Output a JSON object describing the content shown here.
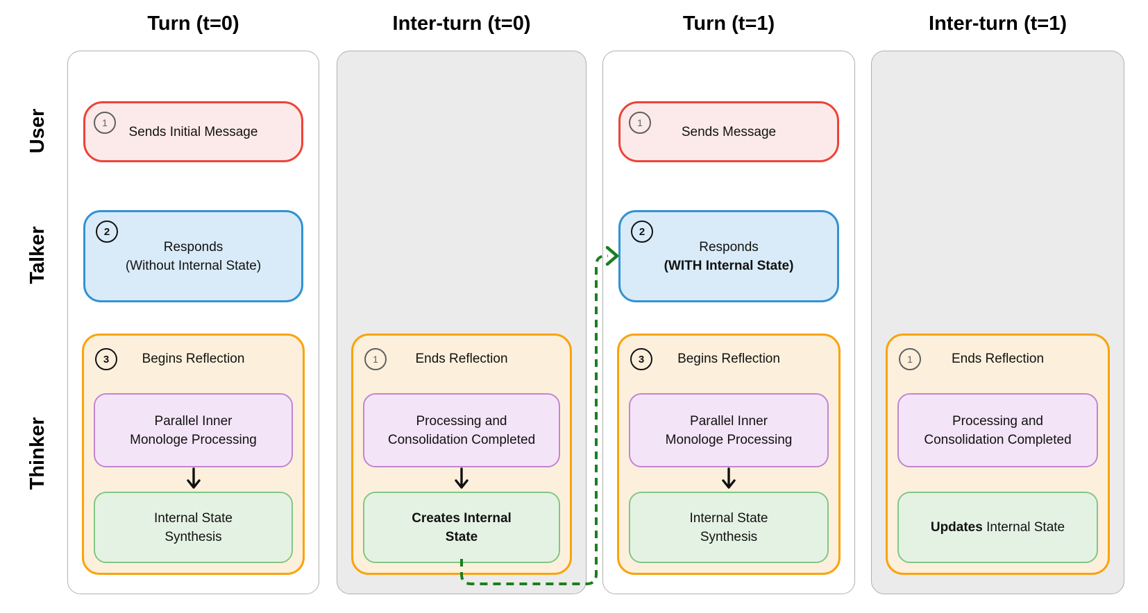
{
  "colors": {
    "red_border": "#ED4337",
    "red_fill": "#FCEAEA",
    "blue_border": "#3292D3",
    "blue_fill": "#D9EBF8",
    "orange_border": "#F9A30D",
    "orange_fill": "#FCF0DC",
    "purple_border": "#C185D2",
    "purple_fill": "#F4E4F8",
    "green_border": "#81C784",
    "green_fill": "#E4F2E3",
    "panel_border": "#B0B0B0",
    "panel_gray": "#EBEBEB",
    "connector_green": "#1B7E1F"
  },
  "row_labels": [
    {
      "label": "User"
    },
    {
      "label": "Talker"
    },
    {
      "label": "Thinker"
    }
  ],
  "columns": [
    {
      "header": "Turn (t=0)",
      "shaded": false,
      "user": {
        "num": "1",
        "num_gray": true,
        "label": "Sends Initial Message"
      },
      "talker": {
        "num": "2",
        "num_gray": false,
        "lines": [
          [
            {
              "t": "Responds"
            }
          ],
          [
            {
              "t": "(Without Internal State)"
            }
          ]
        ]
      },
      "thinker": {
        "num": "3",
        "num_gray": false,
        "title": "Begins Reflection",
        "purple_lines": [
          [
            {
              "t": "Parallel Inner"
            }
          ],
          [
            {
              "t": "Monologe Processing"
            }
          ]
        ],
        "arrow": true,
        "green_lines": [
          [
            {
              "t": "Internal State"
            }
          ],
          [
            {
              "t": "Synthesis"
            }
          ]
        ]
      }
    },
    {
      "header": "Inter-turn (t=0)",
      "shaded": true,
      "thinker": {
        "num": "1",
        "num_gray": true,
        "title": "Ends Reflection",
        "purple_lines": [
          [
            {
              "t": "Processing and"
            }
          ],
          [
            {
              "t": "Consolidation Completed"
            }
          ]
        ],
        "arrow": true,
        "green_lines": [
          [
            {
              "t": "Creates Internal",
              "b": true
            }
          ],
          [
            {
              "t": "State",
              "b": true
            }
          ]
        ]
      }
    },
    {
      "header": "Turn (t=1)",
      "shaded": false,
      "user": {
        "num": "1",
        "num_gray": true,
        "label": "Sends Message"
      },
      "talker": {
        "num": "2",
        "num_gray": false,
        "lines": [
          [
            {
              "t": "Responds"
            }
          ],
          [
            {
              "t": "(WITH Internal State)",
              "b": true
            }
          ]
        ]
      },
      "thinker": {
        "num": "3",
        "num_gray": false,
        "title": "Begins Reflection",
        "purple_lines": [
          [
            {
              "t": "Parallel Inner"
            }
          ],
          [
            {
              "t": "Monologe Processing"
            }
          ]
        ],
        "arrow": true,
        "green_lines": [
          [
            {
              "t": "Internal State"
            }
          ],
          [
            {
              "t": "Synthesis"
            }
          ]
        ]
      }
    },
    {
      "header": "Inter-turn (t=1)",
      "shaded": true,
      "thinker": {
        "num": "1",
        "num_gray": true,
        "title": "Ends Reflection",
        "purple_lines": [
          [
            {
              "t": "Processing and"
            }
          ],
          [
            {
              "t": "Consolidation Completed"
            }
          ]
        ],
        "arrow": false,
        "green_lines": [
          [
            {
              "t": "Updates",
              "b": true
            },
            {
              "t": " Internal State"
            }
          ]
        ]
      }
    }
  ]
}
